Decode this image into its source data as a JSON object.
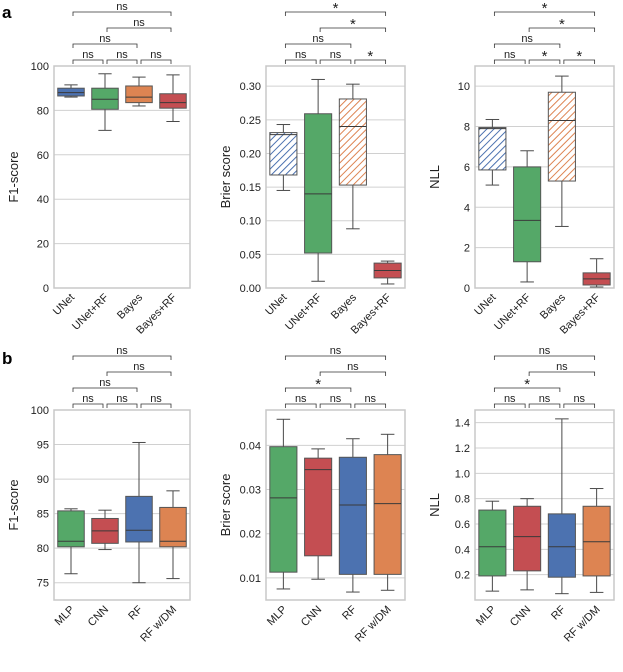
{
  "figure": {
    "panel_a_label": "a",
    "panel_b_label": "b"
  },
  "colors": {
    "unet": "#4c72b0",
    "unet_rf": "#55a868",
    "bayes": "#dd8452",
    "bayes_rf": "#c44e52",
    "mlp": "#55a868",
    "cnn": "#c44e52",
    "rf": "#4c72b0",
    "rf_wdm": "#dd8452",
    "grid": "#d0d0d0",
    "frame": "#c8c8c8",
    "whisker": "#4a4a4a",
    "median": "#3a3a3a"
  },
  "chart_data": [
    {
      "id": "a1",
      "type": "box",
      "ylabel": "F1-score",
      "ylim": [
        0,
        100
      ],
      "yticks": [
        0,
        20,
        40,
        60,
        80,
        100
      ],
      "categories": [
        "UNet",
        "UNet+RF",
        "Bayes",
        "Bayes+RF"
      ],
      "boxes": [
        {
          "fill": "unet",
          "hatch": false,
          "whislo": 86,
          "q1": 86.5,
          "median": 88,
          "q3": 90,
          "whishi": 91.5
        },
        {
          "fill": "unet_rf",
          "hatch": false,
          "whislo": 71,
          "q1": 80.5,
          "median": 85,
          "q3": 90,
          "whishi": 96.5
        },
        {
          "fill": "bayes",
          "hatch": false,
          "whislo": 82,
          "q1": 83.5,
          "median": 86,
          "q3": 91,
          "whishi": 95
        },
        {
          "fill": "bayes_rf",
          "hatch": false,
          "whislo": 75,
          "q1": 81,
          "median": 83.5,
          "q3": 87.5,
          "whishi": 96
        }
      ],
      "brackets": [
        {
          "from": 0,
          "to": 1,
          "label": "ns"
        },
        {
          "from": 1,
          "to": 2,
          "label": "ns"
        },
        {
          "from": 2,
          "to": 3,
          "label": "ns"
        },
        {
          "from": 0,
          "to": 2,
          "label": "ns"
        },
        {
          "from": 1,
          "to": 3,
          "label": "ns"
        },
        {
          "from": 0,
          "to": 3,
          "label": "ns"
        }
      ]
    },
    {
      "id": "a2",
      "type": "box",
      "ylabel": "Brier score",
      "ylim": [
        0,
        0.33
      ],
      "yticks": [
        0.0,
        0.05,
        0.1,
        0.15,
        0.2,
        0.25,
        0.3
      ],
      "yticklabels": [
        "0.00",
        "0.05",
        "0.10",
        "0.15",
        "0.20",
        "0.25",
        "0.30"
      ],
      "categories": [
        "UNet",
        "UNet+RF",
        "Bayes",
        "Bayes+RF"
      ],
      "boxes": [
        {
          "fill": "unet",
          "hatch": true,
          "whislo": 0.145,
          "q1": 0.168,
          "median": 0.228,
          "q3": 0.231,
          "whishi": 0.243
        },
        {
          "fill": "unet_rf",
          "hatch": false,
          "whislo": 0.01,
          "q1": 0.052,
          "median": 0.14,
          "q3": 0.259,
          "whishi": 0.31
        },
        {
          "fill": "bayes",
          "hatch": true,
          "whislo": 0.088,
          "q1": 0.153,
          "median": 0.24,
          "q3": 0.281,
          "whishi": 0.303
        },
        {
          "fill": "bayes_rf",
          "hatch": false,
          "whislo": 0.006,
          "q1": 0.015,
          "median": 0.026,
          "q3": 0.037,
          "whishi": 0.04
        }
      ],
      "brackets": [
        {
          "from": 0,
          "to": 1,
          "label": "ns"
        },
        {
          "from": 1,
          "to": 2,
          "label": "ns"
        },
        {
          "from": 2,
          "to": 3,
          "label": "*"
        },
        {
          "from": 0,
          "to": 2,
          "label": "ns"
        },
        {
          "from": 1,
          "to": 3,
          "label": "*"
        },
        {
          "from": 0,
          "to": 3,
          "label": "*"
        }
      ]
    },
    {
      "id": "a3",
      "type": "box",
      "ylabel": "NLL",
      "ylim": [
        0,
        11
      ],
      "yticks": [
        0,
        2,
        4,
        6,
        8,
        10
      ],
      "categories": [
        "UNet",
        "UNet+RF",
        "Bayes",
        "Bayes+RF"
      ],
      "boxes": [
        {
          "fill": "unet",
          "hatch": true,
          "whislo": 5.1,
          "q1": 5.85,
          "median": 7.9,
          "q3": 7.95,
          "whishi": 8.35
        },
        {
          "fill": "unet_rf",
          "hatch": false,
          "whislo": 0.3,
          "q1": 1.3,
          "median": 3.35,
          "q3": 6.0,
          "whishi": 6.8
        },
        {
          "fill": "bayes",
          "hatch": true,
          "whislo": 3.05,
          "q1": 5.3,
          "median": 8.3,
          "q3": 9.7,
          "whishi": 10.5
        },
        {
          "fill": "bayes_rf",
          "hatch": false,
          "whislo": 0.05,
          "q1": 0.15,
          "median": 0.45,
          "q3": 0.75,
          "whishi": 1.45
        }
      ],
      "brackets": [
        {
          "from": 0,
          "to": 1,
          "label": "ns"
        },
        {
          "from": 1,
          "to": 2,
          "label": "*"
        },
        {
          "from": 2,
          "to": 3,
          "label": "*"
        },
        {
          "from": 0,
          "to": 2,
          "label": "ns"
        },
        {
          "from": 1,
          "to": 3,
          "label": "*"
        },
        {
          "from": 0,
          "to": 3,
          "label": "*"
        }
      ]
    },
    {
      "id": "b1",
      "type": "box",
      "ylabel": "F1-score",
      "ylim": [
        72.5,
        100
      ],
      "yticks": [
        75,
        80,
        85,
        90,
        95,
        100
      ],
      "categories": [
        "MLP",
        "CNN",
        "RF",
        "RF w/DM"
      ],
      "boxes": [
        {
          "fill": "mlp",
          "hatch": false,
          "whislo": 76.3,
          "q1": 80.2,
          "median": 81.0,
          "q3": 85.4,
          "whishi": 85.7
        },
        {
          "fill": "cnn",
          "hatch": false,
          "whislo": 79.8,
          "q1": 80.7,
          "median": 82.5,
          "q3": 84.3,
          "whishi": 85.5
        },
        {
          "fill": "rf",
          "hatch": false,
          "whislo": 75.0,
          "q1": 80.9,
          "median": 82.6,
          "q3": 87.5,
          "whishi": 95.3
        },
        {
          "fill": "rf_wdm",
          "hatch": false,
          "whislo": 75.6,
          "q1": 80.2,
          "median": 81.0,
          "q3": 85.9,
          "whishi": 88.3
        }
      ],
      "brackets": [
        {
          "from": 0,
          "to": 1,
          "label": "ns"
        },
        {
          "from": 1,
          "to": 2,
          "label": "ns"
        },
        {
          "from": 2,
          "to": 3,
          "label": "ns"
        },
        {
          "from": 0,
          "to": 2,
          "label": "ns"
        },
        {
          "from": 1,
          "to": 3,
          "label": "ns"
        },
        {
          "from": 0,
          "to": 3,
          "label": "ns"
        }
      ]
    },
    {
      "id": "b2",
      "type": "box",
      "ylabel": "Brier score",
      "ylim": [
        0.005,
        0.048
      ],
      "yticks": [
        0.01,
        0.02,
        0.03,
        0.04
      ],
      "yticklabels": [
        "0.01",
        "0.02",
        "0.03",
        "0.04"
      ],
      "categories": [
        "MLP",
        "CNN",
        "RF",
        "RF w/DM"
      ],
      "boxes": [
        {
          "fill": "mlp",
          "hatch": false,
          "whislo": 0.0075,
          "q1": 0.0113,
          "median": 0.0281,
          "q3": 0.0397,
          "whishi": 0.0459
        },
        {
          "fill": "cnn",
          "hatch": false,
          "whislo": 0.0097,
          "q1": 0.015,
          "median": 0.0345,
          "q3": 0.0371,
          "whishi": 0.0392
        },
        {
          "fill": "rf",
          "hatch": false,
          "whislo": 0.0068,
          "q1": 0.0108,
          "median": 0.0265,
          "q3": 0.0373,
          "whishi": 0.0415
        },
        {
          "fill": "rf_wdm",
          "hatch": false,
          "whislo": 0.0072,
          "q1": 0.0108,
          "median": 0.0268,
          "q3": 0.0379,
          "whishi": 0.0425
        }
      ],
      "brackets": [
        {
          "from": 0,
          "to": 1,
          "label": "ns"
        },
        {
          "from": 1,
          "to": 2,
          "label": "ns"
        },
        {
          "from": 2,
          "to": 3,
          "label": "ns"
        },
        {
          "from": 0,
          "to": 2,
          "label": "*"
        },
        {
          "from": 1,
          "to": 3,
          "label": "ns"
        },
        {
          "from": 0,
          "to": 3,
          "label": "ns"
        }
      ]
    },
    {
      "id": "b3",
      "type": "box",
      "ylabel": "NLL",
      "ylim": [
        0.0,
        1.5
      ],
      "yticks": [
        0.2,
        0.4,
        0.6,
        0.8,
        1.0,
        1.2,
        1.4
      ],
      "yticklabels": [
        "0.2",
        "0.4",
        "0.6",
        "0.8",
        "1.0",
        "1.2",
        "1.4"
      ],
      "categories": [
        "MLP",
        "CNN",
        "RF",
        "RF w/DM"
      ],
      "boxes": [
        {
          "fill": "mlp",
          "hatch": false,
          "whislo": 0.07,
          "q1": 0.19,
          "median": 0.42,
          "q3": 0.71,
          "whishi": 0.78
        },
        {
          "fill": "cnn",
          "hatch": false,
          "whislo": 0.08,
          "q1": 0.23,
          "median": 0.5,
          "q3": 0.74,
          "whishi": 0.8
        },
        {
          "fill": "rf",
          "hatch": false,
          "whislo": 0.05,
          "q1": 0.18,
          "median": 0.42,
          "q3": 0.68,
          "whishi": 1.43
        },
        {
          "fill": "rf_wdm",
          "hatch": false,
          "whislo": 0.06,
          "q1": 0.19,
          "median": 0.46,
          "q3": 0.74,
          "whishi": 0.88
        }
      ],
      "brackets": [
        {
          "from": 0,
          "to": 1,
          "label": "ns"
        },
        {
          "from": 1,
          "to": 2,
          "label": "ns"
        },
        {
          "from": 2,
          "to": 3,
          "label": "ns"
        },
        {
          "from": 0,
          "to": 2,
          "label": "*"
        },
        {
          "from": 1,
          "to": 3,
          "label": "ns"
        },
        {
          "from": 0,
          "to": 3,
          "label": "ns"
        }
      ]
    }
  ]
}
